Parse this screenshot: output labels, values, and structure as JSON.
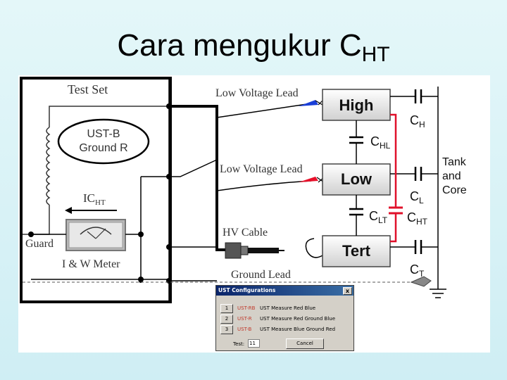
{
  "slide": {
    "title": "Cara mengukur C",
    "title_sub": "HT"
  },
  "test_set": {
    "label": "Test Set",
    "mode_line1": "UST-B",
    "mode_line2": "Ground R",
    "current_label": "IC",
    "current_sub": "HT",
    "guard_label": "Guard",
    "meter_label": "I & W Meter"
  },
  "leads": {
    "high_lead": "Low Voltage Lead",
    "low_lead": "Low Voltage Lead",
    "hv_cable": "HV Cable",
    "ground_lead": "Ground Lead"
  },
  "windings": {
    "high": "High",
    "low": "Low",
    "tert": "Tert"
  },
  "capacitances": {
    "ch": "C",
    "ch_sub": "H",
    "chl": "C",
    "chl_sub": "HL",
    "cl": "C",
    "cl_sub": "L",
    "clt": "C",
    "clt_sub": "LT",
    "cht": "C",
    "cht_sub": "HT",
    "ct": "C",
    "ct_sub": "T"
  },
  "tank": {
    "line1": "Tank",
    "line2": "and",
    "line3": "Core"
  },
  "dialog": {
    "title": "UST Configurations",
    "close": "x",
    "rows": [
      {
        "num": "1",
        "code": "UST-RB",
        "desc": "UST Measure Red Blue"
      },
      {
        "num": "2",
        "code": "UST-R",
        "desc": "UST Measure Red Ground Blue"
      },
      {
        "num": "3",
        "code": "UST-B",
        "desc": "UST Measure Blue Ground Red"
      }
    ],
    "test_label": "Test:",
    "test_value": "11",
    "cancel": "Cancel"
  },
  "colors": {
    "measured_path": "#e0102a",
    "lead_blue": "#1a3fd8",
    "lead_red": "#e8102a"
  }
}
